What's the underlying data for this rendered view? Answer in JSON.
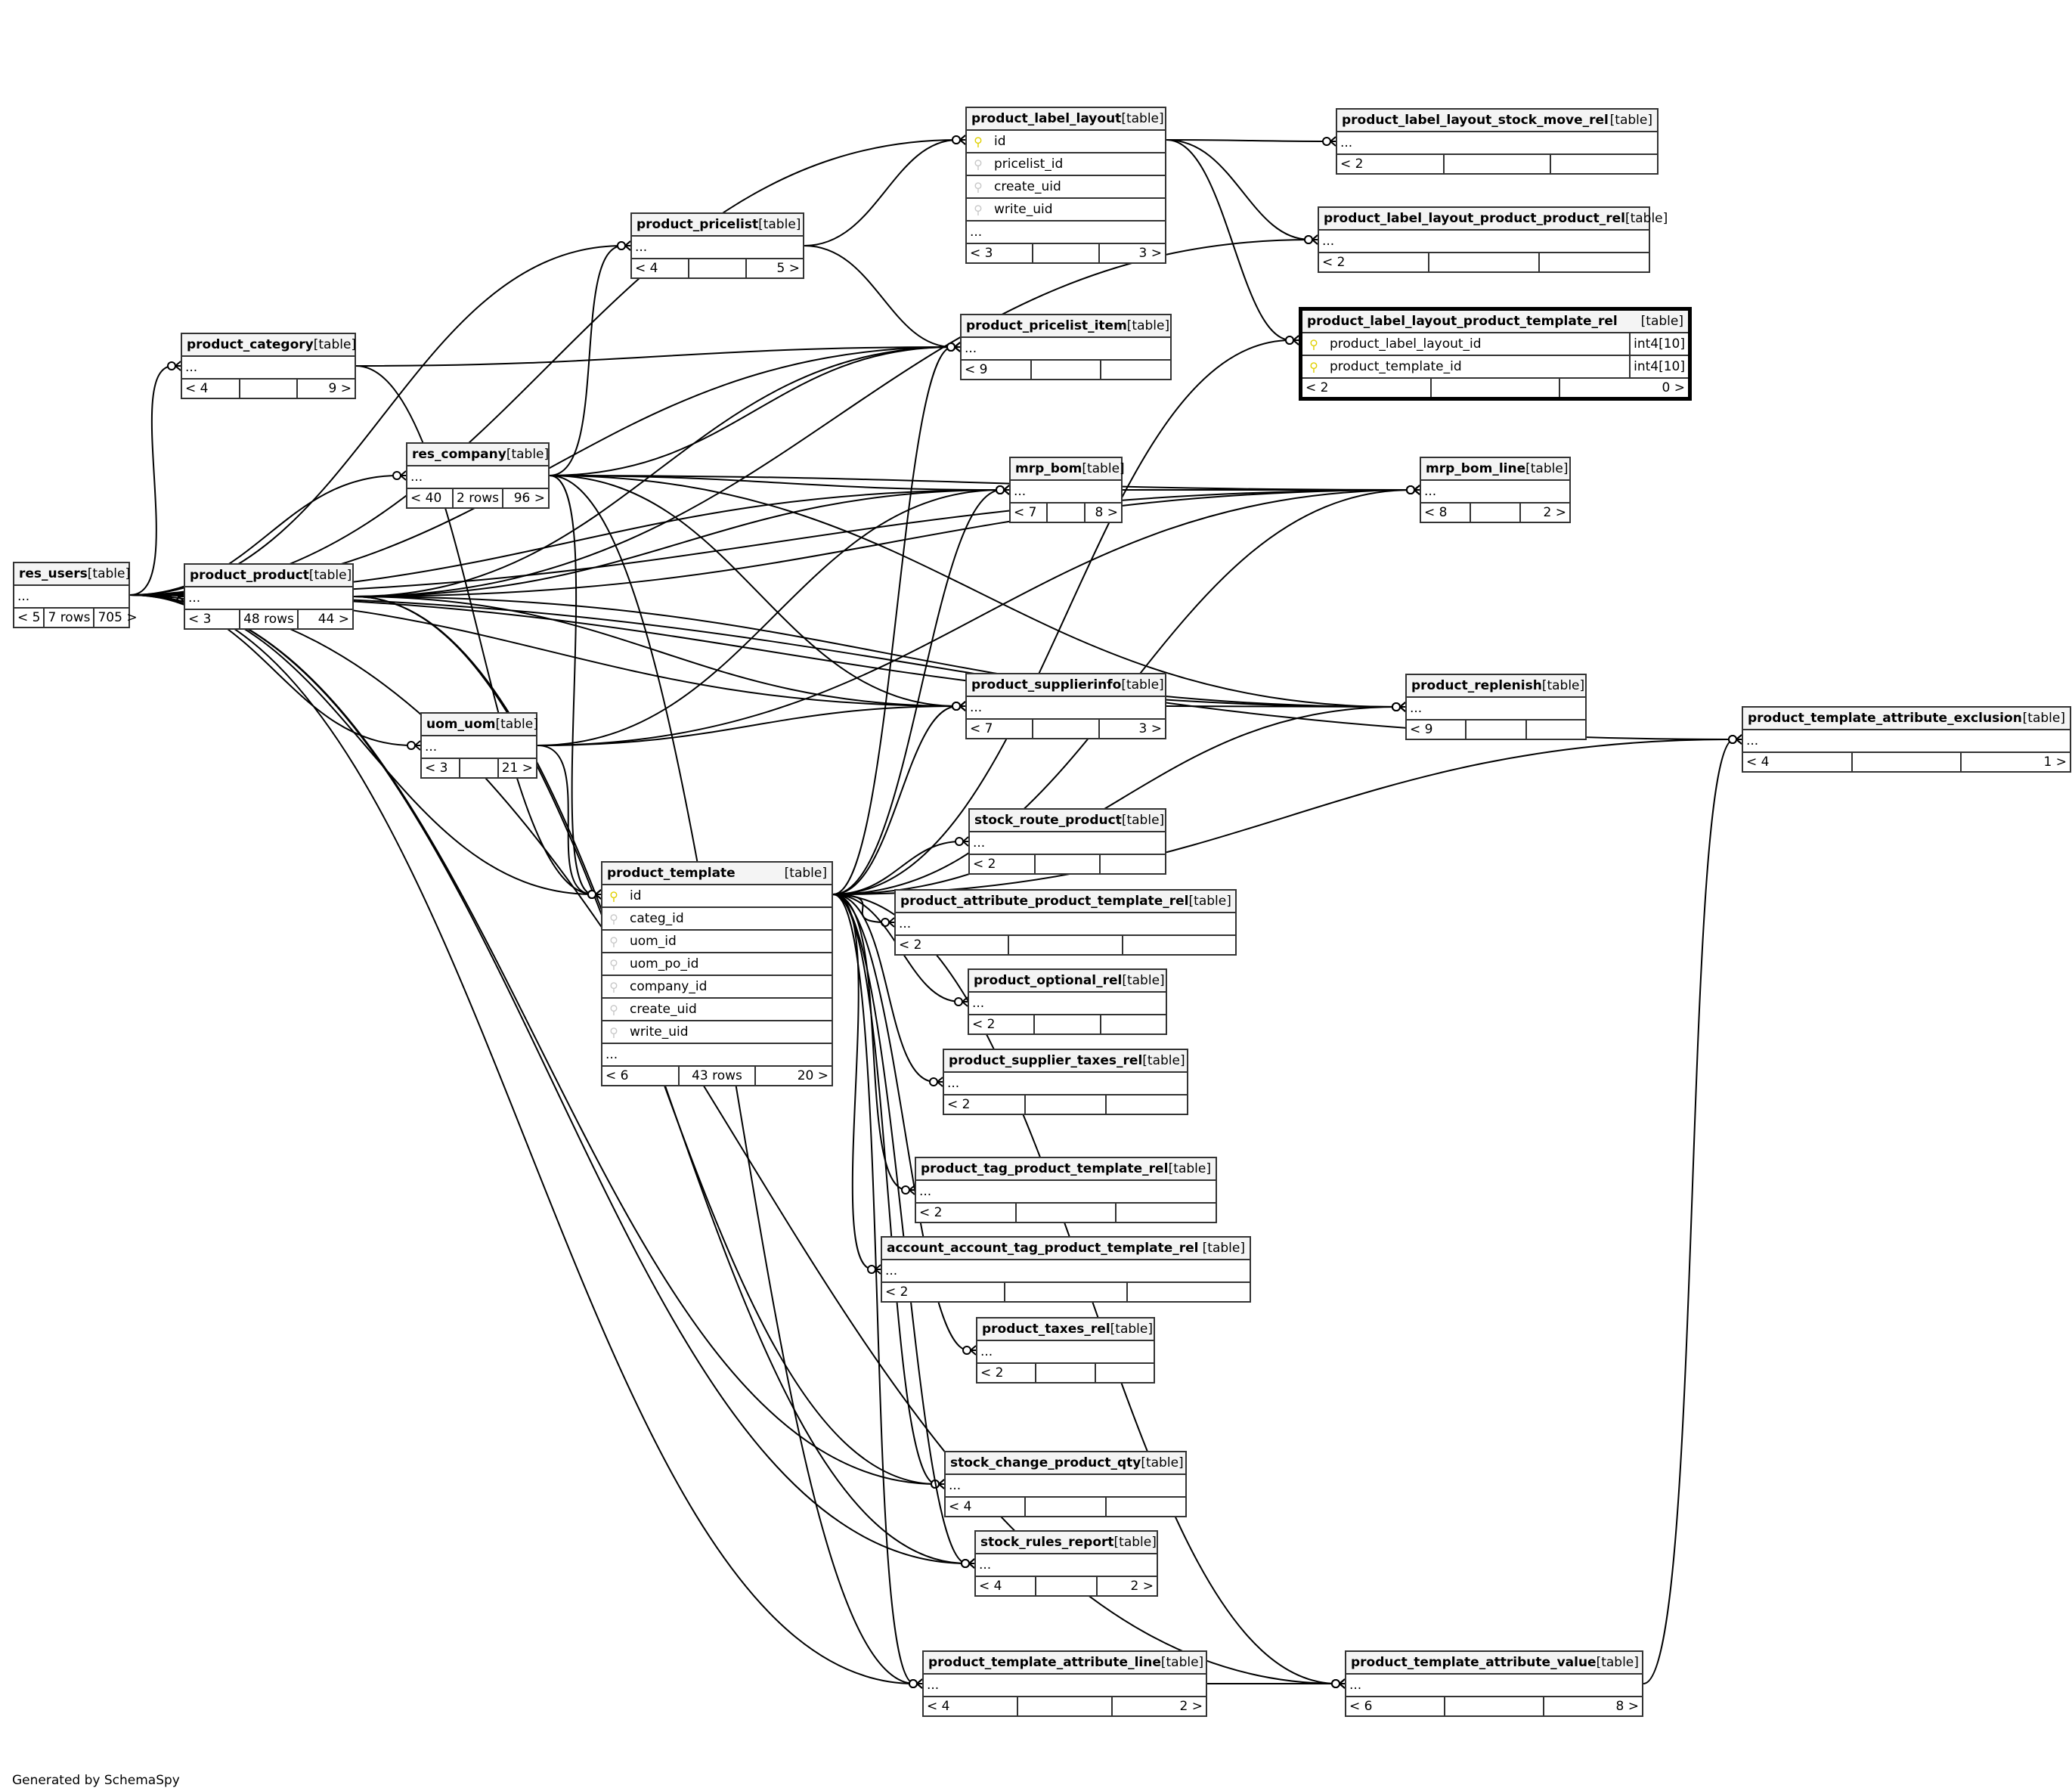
{
  "diagram": {
    "generator_note": "Generated by SchemaSpy",
    "focus_table": "product_label_layout_product_template_rel",
    "tables": [
      {
        "id": "res_users",
        "name": "res_users",
        "kind": "[table]",
        "columns": [],
        "ellipsis": "...",
        "footer": {
          "parents": "< 5",
          "rows": "7 rows",
          "children": "705 >"
        }
      },
      {
        "id": "product_category",
        "name": "product_category",
        "kind": "[table]",
        "columns": [],
        "ellipsis": "...",
        "footer": {
          "parents": "< 4",
          "rows": "",
          "children": "9 >"
        }
      },
      {
        "id": "product_product",
        "name": "product_product",
        "kind": "[table]",
        "columns": [],
        "ellipsis": "...",
        "footer": {
          "parents": "< 3",
          "rows": "48 rows",
          "children": "44 >"
        }
      },
      {
        "id": "res_company",
        "name": "res_company",
        "kind": "[table]",
        "columns": [],
        "ellipsis": "...",
        "footer": {
          "parents": "< 40",
          "rows": "2 rows",
          "children": "96 >"
        }
      },
      {
        "id": "uom_uom",
        "name": "uom_uom",
        "kind": "[table]",
        "columns": [],
        "ellipsis": "...",
        "footer": {
          "parents": "< 3",
          "rows": "",
          "children": "21 >"
        }
      },
      {
        "id": "product_pricelist",
        "name": "product_pricelist",
        "kind": "[table]",
        "columns": [],
        "ellipsis": "...",
        "footer": {
          "parents": "< 4",
          "rows": "",
          "children": "5 >"
        }
      },
      {
        "id": "product_template",
        "name": "product_template",
        "kind": "[table]",
        "columns": [
          {
            "name": "id",
            "key": "pk"
          },
          {
            "name": "categ_id",
            "key": "fk"
          },
          {
            "name": "uom_id",
            "key": "fk"
          },
          {
            "name": "uom_po_id",
            "key": "fk"
          },
          {
            "name": "company_id",
            "key": "fk"
          },
          {
            "name": "create_uid",
            "key": "fk"
          },
          {
            "name": "write_uid",
            "key": "fk"
          }
        ],
        "ellipsis": "...",
        "footer": {
          "parents": "< 6",
          "rows": "43 rows",
          "children": "20 >"
        }
      },
      {
        "id": "product_label_layout",
        "name": "product_label_layout",
        "kind": "[table]",
        "columns": [
          {
            "name": "id",
            "key": "pk"
          },
          {
            "name": "pricelist_id",
            "key": "fk"
          },
          {
            "name": "create_uid",
            "key": "fk"
          },
          {
            "name": "write_uid",
            "key": "fk"
          }
        ],
        "ellipsis": "...",
        "footer": {
          "parents": "< 3",
          "rows": "",
          "children": "3 >"
        }
      },
      {
        "id": "product_pricelist_item",
        "name": "product_pricelist_item",
        "kind": "[table]",
        "columns": [],
        "ellipsis": "...",
        "footer": {
          "parents": "< 9",
          "rows": "",
          "children": ""
        }
      },
      {
        "id": "mrp_bom",
        "name": "mrp_bom",
        "kind": "[table]",
        "columns": [],
        "ellipsis": "...",
        "footer": {
          "parents": "< 7",
          "rows": "",
          "children": "8 >"
        }
      },
      {
        "id": "product_supplierinfo",
        "name": "product_supplierinfo",
        "kind": "[table]",
        "columns": [],
        "ellipsis": "...",
        "footer": {
          "parents": "< 7",
          "rows": "",
          "children": "3 >"
        }
      },
      {
        "id": "stock_route_product",
        "name": "stock_route_product",
        "kind": "[table]",
        "columns": [],
        "ellipsis": "...",
        "footer": {
          "parents": "< 2",
          "rows": "",
          "children": ""
        }
      },
      {
        "id": "product_attribute_product_template_rel",
        "name": "product_attribute_product_template_rel",
        "kind": "[table]",
        "columns": [],
        "ellipsis": "...",
        "footer": {
          "parents": "< 2",
          "rows": "",
          "children": ""
        }
      },
      {
        "id": "product_optional_rel",
        "name": "product_optional_rel",
        "kind": "[table]",
        "columns": [],
        "ellipsis": "...",
        "footer": {
          "parents": "< 2",
          "rows": "",
          "children": ""
        }
      },
      {
        "id": "product_supplier_taxes_rel",
        "name": "product_supplier_taxes_rel",
        "kind": "[table]",
        "columns": [],
        "ellipsis": "...",
        "footer": {
          "parents": "< 2",
          "rows": "",
          "children": ""
        }
      },
      {
        "id": "product_tag_product_template_rel",
        "name": "product_tag_product_template_rel",
        "kind": "[table]",
        "columns": [],
        "ellipsis": "...",
        "footer": {
          "parents": "< 2",
          "rows": "",
          "children": ""
        }
      },
      {
        "id": "account_account_tag_product_template_rel",
        "name": "account_account_tag_product_template_rel",
        "kind": "[table]",
        "columns": [],
        "ellipsis": "...",
        "footer": {
          "parents": "< 2",
          "rows": "",
          "children": ""
        }
      },
      {
        "id": "product_taxes_rel",
        "name": "product_taxes_rel",
        "kind": "[table]",
        "columns": [],
        "ellipsis": "...",
        "footer": {
          "parents": "< 2",
          "rows": "",
          "children": ""
        }
      },
      {
        "id": "stock_change_product_qty",
        "name": "stock_change_product_qty",
        "kind": "[table]",
        "columns": [],
        "ellipsis": "...",
        "footer": {
          "parents": "< 4",
          "rows": "",
          "children": ""
        }
      },
      {
        "id": "stock_rules_report",
        "name": "stock_rules_report",
        "kind": "[table]",
        "columns": [],
        "ellipsis": "...",
        "footer": {
          "parents": "< 4",
          "rows": "",
          "children": "2 >"
        }
      },
      {
        "id": "product_template_attribute_line",
        "name": "product_template_attribute_line",
        "kind": "[table]",
        "columns": [],
        "ellipsis": "...",
        "footer": {
          "parents": "< 4",
          "rows": "",
          "children": "2 >"
        }
      },
      {
        "id": "product_template_attribute_value",
        "name": "product_template_attribute_value",
        "kind": "[table]",
        "columns": [],
        "ellipsis": "...",
        "footer": {
          "parents": "< 6",
          "rows": "",
          "children": "8 >"
        }
      },
      {
        "id": "product_label_layout_stock_move_rel",
        "name": "product_label_layout_stock_move_rel",
        "kind": "[table]",
        "columns": [],
        "ellipsis": "...",
        "footer": {
          "parents": "< 2",
          "rows": "",
          "children": ""
        }
      },
      {
        "id": "product_label_layout_product_product_rel",
        "name": "product_label_layout_product_product_rel",
        "kind": "[table]",
        "columns": [],
        "ellipsis": "...",
        "footer": {
          "parents": "< 2",
          "rows": "",
          "children": ""
        }
      },
      {
        "id": "product_label_layout_product_template_rel",
        "name": "product_label_layout_product_template_rel",
        "kind": "[table]",
        "columns": [
          {
            "name": "product_label_layout_id",
            "key": "pk",
            "type": "int4[10]"
          },
          {
            "name": "product_template_id",
            "key": "pk",
            "type": "int4[10]"
          }
        ],
        "ellipsis": "",
        "footer": {
          "parents": "< 2",
          "rows": "",
          "children": "0 >"
        }
      },
      {
        "id": "mrp_bom_line",
        "name": "mrp_bom_line",
        "kind": "[table]",
        "columns": [],
        "ellipsis": "...",
        "footer": {
          "parents": "< 8",
          "rows": "",
          "children": "2 >"
        }
      },
      {
        "id": "product_replenish",
        "name": "product_replenish",
        "kind": "[table]",
        "columns": [],
        "ellipsis": "...",
        "footer": {
          "parents": "< 9",
          "rows": "",
          "children": ""
        }
      },
      {
        "id": "product_template_attribute_exclusion",
        "name": "product_template_attribute_exclusion",
        "kind": "[table]",
        "columns": [],
        "ellipsis": "...",
        "footer": {
          "parents": "< 4",
          "rows": "",
          "children": "1 >"
        }
      }
    ]
  }
}
